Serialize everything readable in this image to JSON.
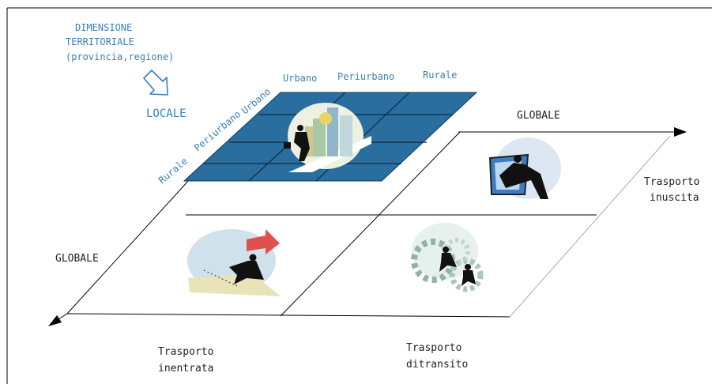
{
  "header": {
    "dimension_line1": "DIMENSIONE",
    "dimension_line2": "TERRITORIALE",
    "dimension_line3": "(provincia,regione)",
    "locale_label": "LOCALE"
  },
  "grid": {
    "top_columns": [
      "Urbano",
      "Periurbano",
      "Rurale"
    ],
    "side_rows": [
      "Rurale",
      "Periurbano",
      "Urbano"
    ]
  },
  "axes": {
    "right_label": "GLOBALE",
    "left_label": "GLOBALE"
  },
  "quadrants": {
    "right_upper_line1": "Trasporto",
    "right_upper_line2": "inuscita",
    "bottom_left_line1": "Trasporto",
    "bottom_left_line2": "inentrata",
    "bottom_right_line1": "Trasporto",
    "bottom_right_line2": "ditransito"
  },
  "colors": {
    "grid_fill": "#2a6e9f",
    "label_blue": "#3b7fb8",
    "arrow_red": "#e0504c"
  },
  "icons": [
    "city-businessman-icon",
    "jumping-businessman-icon",
    "running-businessman-arrow-icon",
    "gears-businessmen-icon",
    "hollow-down-right-arrow-icon"
  ]
}
